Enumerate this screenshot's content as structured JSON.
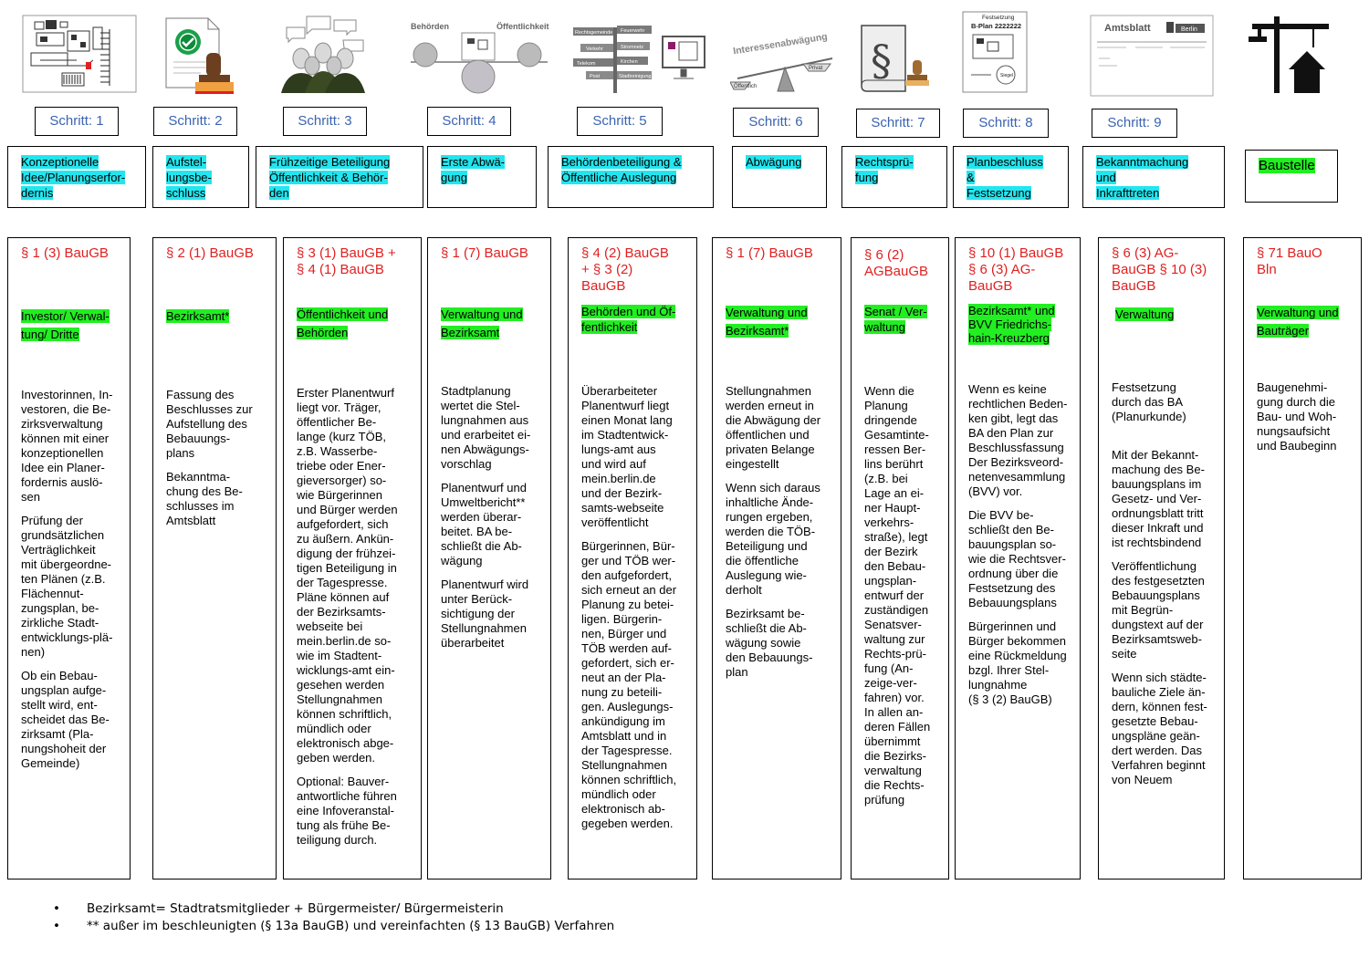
{
  "icon_labels": {
    "i4_left": "Behörden",
    "i4_right": "Öffentlichkeit",
    "i5_signs": [
      "Rechtsgemeinde",
      "Feuerwehr",
      "Verkehr",
      "Stromnetz",
      "Telekom",
      "Kirchen",
      "Post",
      "Stadtreinigung"
    ],
    "i6_top": "Interessenabwägung",
    "i6_left": "Öffentlich",
    "i6_right": "Privat",
    "i8_l1": "Festsetzung",
    "i8_l2": "B-Plan 2222222",
    "i8_seal": "Siegel",
    "i9_title": "Amtsblatt",
    "i9_berlin": "Berlin"
  },
  "steps": [
    "Schritt: 1",
    "Schritt: 2",
    "Schritt: 3",
    "Schritt: 4",
    "Schritt: 5",
    "Schritt: 6",
    "Schritt: 7",
    "Schritt: 8",
    "Schritt: 9"
  ],
  "phases": [
    [
      "Konzeptionelle",
      "Idee/Planungserfor-",
      "dernis"
    ],
    [
      "Aufstel-",
      "lungsbe-",
      "schluss"
    ],
    [
      "Frühzeitige Beteiligung",
      "Öffentlichkeit & Behör-",
      "den"
    ],
    [
      "Erste Abwä-",
      "gung"
    ],
    [
      "Behördenbeteiligung &",
      "Öffentliche Auslegung"
    ],
    [
      "Abwägung"
    ],
    [
      "Rechtsprü-",
      "fung"
    ],
    [
      "Planbeschluss",
      "&",
      "Festsetzung"
    ],
    [
      "Bekanntmachung",
      "und",
      "Inkrafttreten"
    ],
    [
      "Baustelle"
    ]
  ],
  "columns": [
    {
      "law": [
        "§ 1 (3) BauGB"
      ],
      "actor": [
        "Investor/ Verwal-",
        "tung/ Dritte"
      ],
      "desc": [
        "Investorinnen, In-\nvestoren, die Be-\nzirksverwaltung\nkönnen mit einer\nkonzeptionellen\nIdee ein Planer-\nfordernis auslö-\nsen",
        "Prüfung der\ngrundsätzlichen\nVerträglichkeit\nmit übergeordne-\nten Plänen (z.B.\nFlächennut-\nzungsplan, be-\nzirkliche Stadt-\nentwicklungs-plä-\nnen)",
        "Ob ein Bebau-\nungsplan aufge-\nstellt wird, ent-\nscheidet das Be-\nzirksamt (Pla-\nnungshoheit der\nGemeinde)"
      ]
    },
    {
      "law": [
        "§ 2 (1) BauGB"
      ],
      "actor": [
        "Bezirksamt*"
      ],
      "desc": [
        "Fassung des\nBeschlusses zur\nAufstellung des\nBebauungs-\nplans",
        "Bekanntma-\nchung des Be-\nschlusses im\nAmtsblatt"
      ]
    },
    {
      "law": [
        "§ 3 (1) BauGB +",
        "§ 4 (1) BauGB"
      ],
      "actor": [
        "Öffentlichkeit und",
        "Behörden"
      ],
      "desc": [
        "Erster Planentwurf\nliegt vor. Träger,\nöffentlicher Be-\nlange (kurz TÖB,\nz.B. Wasserbe-\ntriebe oder Ener-\ngieversorger) so-\nwie Bürgerinnen\nund Bürger werden\naufgefordert, sich\nzu äußern. Ankün-\ndigung der frühzei-\ntigen Beteiligung in\nder Tagespresse.\nPläne können auf\nder Bezirksamts-\nwebseite bei\nmein.berlin.de so-\nwie im Stadtent-\nwicklungs-amt ein-\ngesehen werden\nStellungnahmen\nkönnen schriftlich,\nmündlich oder\nelektronisch abge-\ngeben werden.",
        "Optional: Bauver-\nantwortliche führen\neine Infoveranstal-\ntung als frühe Be-\nteiligung durch."
      ]
    },
    {
      "law": [
        "§ 1 (7) BauGB"
      ],
      "actor": [
        "Verwaltung und",
        "Bezirksamt"
      ],
      "desc": [
        "Stadtplanung\nwertet die Stel-\nlungnahmen aus\nund erarbeitet ei-\nnen Abwägungs-\nvorschlag",
        "Planentwurf und\nUmweltbericht**\nwerden überar-\nbeitet. BA be-\nschließt die Ab-\nwägung",
        "Planentwurf wird\nunter Berück-\nsichtigung der\nStellungnahmen\nüberarbeitet"
      ]
    },
    {
      "law": [
        "§ 4 (2) BauGB",
        "+ § 3 (2)",
        "BauGB"
      ],
      "actor": [
        "Behörden und Öf-",
        "fentlichkeit"
      ],
      "desc": [
        "Überarbeiteter\nPlanentwurf liegt\neinen Monat lang\nim Stadtentwick-\nlungs-amt aus\nund wird auf\nmein.berlin.de\nund der Bezirk-\nsamts-webseite\nveröffentlicht",
        "Bürgerinnen, Bür-\nger und TÖB wer-\nden aufgefordert,\nsich erneut an der\nPlanung zu betei-\nligen. Bürgerin-\nnen, Bürger und\nTÖB werden auf-\ngefordert, sich er-\nneut an der Pla-\nnung zu beteili-\ngen. Auslegungs-\nankündigung im\nAmtsblatt und in\nder Tagespresse.\nStellungnahmen\nkönnen schriftlich,\nmündlich oder\nelektronisch ab-\ngegeben werden."
      ]
    },
    {
      "law": [
        "§ 1 (7) BauGB"
      ],
      "actor": [
        "Verwaltung und",
        "Bezirksamt*"
      ],
      "desc": [
        "Stellungnahmen\nwerden erneut in\ndie Abwägung der\nöffentlichen und\nprivaten Belange\neingestellt",
        "Wenn sich daraus\ninhaltliche Ände-\nrungen ergeben,\nwerden die TÖB-\nBeteiligung und\ndie öffentliche\nAuslegung wie-\nderholt",
        "Bezirksamt be-\nschließt die Ab-\nwägung sowie\nden Bebauungs-\nplan"
      ]
    },
    {
      "law": [
        "§ 6 (2)",
        "AGBauGB"
      ],
      "actor": [
        "Senat / Ver-",
        "waltung"
      ],
      "desc": [
        "Wenn die\nPlanung\ndringende\nGesamtinte-\nressen Ber-\nlins berührt\n(z.B. bei\nLage an ei-\nner Haupt-\nverkehrs-\nstraße), legt\nder Bezirk\nden Bebau-\nungsplan-\nentwurf der\nzuständigen\nSenatsver-\nwaltung zur\nRechts-prü-\nfung (An-\nzeige-ver-\nfahren) vor.\nIn allen an-\nderen Fällen\nübernimmt\ndie Bezirks-\nverwaltung\ndie Rechts-\nprüfung"
      ]
    },
    {
      "law": [
        "§ 10 (1) BauGB",
        "§ 6 (3) AG-",
        "BauGB"
      ],
      "actor": [
        "Bezirksamt* und",
        "BVV Friedrichs-",
        "hain-Kreuzberg"
      ],
      "desc": [
        "Wenn es keine\nrechtlichen Beden-\nken gibt, legt das\nBA den Plan zur\nBeschlussfassung\nDer Bezirksveord-\nnetenvesammlung\n(BVV) vor.",
        "Die BVV be-\nschließt den Be-\nbauungsplan so-\nwie die Rechtsver-\nordnung über die\nFestsetzung des\nBebauungsplans",
        "Bürgerinnen und\nBürger bekommen\neine Rückmeldung\nbzgl. Ihrer Stel-\nlungnahme\n (§ 3 (2) BauGB)"
      ]
    },
    {
      "law": [
        "§ 6 (3) AG-",
        "BauGB § 10 (3)",
        "BauGB"
      ],
      "actor": [
        "Verwaltung"
      ],
      "desc": [
        "Festsetzung\ndurch das BA\n(Planurkunde)\n\n",
        "Mit der Bekannt-\nmachung des Be-\nbauungsplans im\nGesetz- und Ver-\nordnungsblatt tritt\ndieser Inkraft und\nist rechtsbindend",
        "Veröffentlichung\ndes festgesetzten\nBebauungsplans\nmit Begrün-\ndungstext auf der\nBezirksamtsweb-\nseite",
        "Wenn sich städte-\nbauliche Ziele än-\ndern, können fest-\ngesetzte Bebau-\nungspläne geän-\ndert werden. Das\nVerfahren beginnt\nvon Neuem"
      ]
    },
    {
      "law": [
        "§ 71 BauO",
        "Bln"
      ],
      "actor": [
        "Verwaltung und",
        "Bauträger"
      ],
      "desc": [
        "Baugenehmi-\ngung durch die\nBau- und Woh-\nnungsaufsicht\nund Baubeginn"
      ]
    }
  ],
  "notes": [
    {
      "bullet": "•",
      "text": "Bezirksamt= Stadtratsmitglieder + Bürgermeister/ Bürgermeisterin"
    },
    {
      "bullet": "•",
      "text": "** außer im beschleunigten (§ 13a BauGB) und vereinfachten (§ 13 BauGB) Verfahren"
    }
  ]
}
